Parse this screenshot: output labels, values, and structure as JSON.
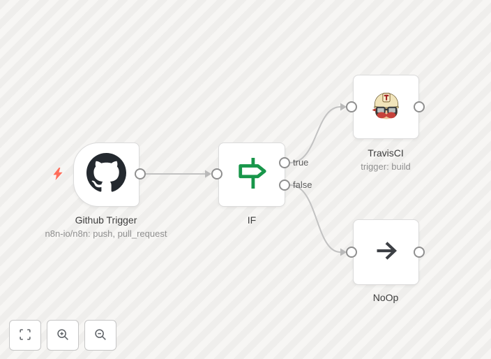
{
  "app": {
    "name": "n8n workflow editor canvas"
  },
  "workflow": {
    "nodes": [
      {
        "name": "Github Trigger",
        "subtitle": "n8n-io/n8n: push, pull_request",
        "kind": "trigger",
        "icon": "github-icon"
      },
      {
        "name": "IF",
        "subtitle": "",
        "kind": "regular",
        "icon": "signpost-icon",
        "outputs": [
          {
            "label": "true"
          },
          {
            "label": "false"
          }
        ]
      },
      {
        "name": "TravisCI",
        "subtitle": "trigger: build",
        "kind": "regular",
        "icon": "travisci-icon"
      },
      {
        "name": "NoOp",
        "subtitle": "",
        "kind": "regular",
        "icon": "arrow-right-icon"
      }
    ],
    "connections": [
      {
        "from": "Github Trigger",
        "output": "main",
        "to": "IF"
      },
      {
        "from": "IF",
        "output": "true",
        "to": "TravisCI"
      },
      {
        "from": "IF",
        "output": "false",
        "to": "NoOp"
      }
    ]
  },
  "controls": {
    "buttons": [
      {
        "icon": "zoom-to-fit-icon",
        "action": "zoom to fit"
      },
      {
        "icon": "zoom-in-icon",
        "action": "zoom in"
      },
      {
        "icon": "zoom-out-icon",
        "action": "zoom out"
      }
    ]
  },
  "colors": {
    "trigger_bolt": "#ff6d5a",
    "if_icon_green": "#18964a",
    "noop_icon_dark": "#3d4045",
    "github_icon_dark": "#24292f",
    "wire_gray": "#c2c2c2",
    "endpoint_border": "#8f8f8f",
    "canvas_stripe_light": "#f7f6f4",
    "canvas_stripe_dark": "#efeeec"
  }
}
